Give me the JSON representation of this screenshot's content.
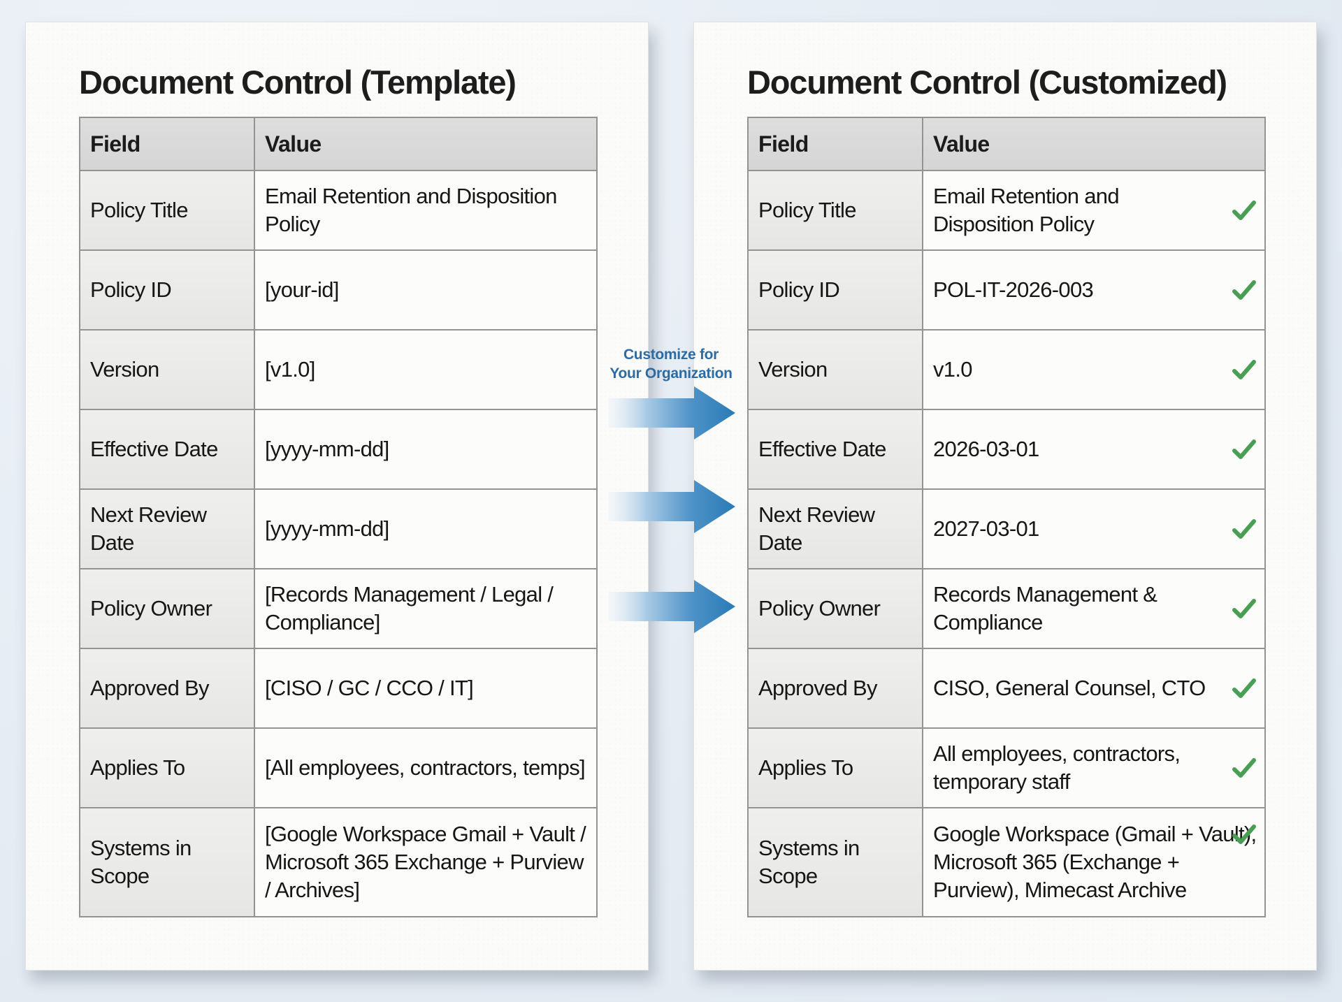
{
  "colors": {
    "accent_blue": "#2d6ca2",
    "placeholder_orange": "#b0711f",
    "check_green": "#4a9e54",
    "page_background": "#e6edf4",
    "card_background": "#fbfbfa",
    "header_row": "#dcdcdc"
  },
  "left_panel": {
    "title": "Document Control (Template)",
    "columns": [
      "Field",
      "Value"
    ],
    "rows": [
      {
        "field": "Policy Title",
        "value": "Email Retention and Disposition Policy",
        "is_placeholder": false
      },
      {
        "field": "Policy ID",
        "value": "[your-id]",
        "is_placeholder": true
      },
      {
        "field": "Version",
        "value": "[v1.0]",
        "is_placeholder": true
      },
      {
        "field": "Effective Date",
        "value": "[yyyy-mm-dd]",
        "is_placeholder": true
      },
      {
        "field": "Next Review Date",
        "value": "[yyyy-mm-dd]",
        "is_placeholder": true
      },
      {
        "field": "Policy Owner",
        "value": "[Records Management / Legal / Compliance]",
        "is_placeholder": true
      },
      {
        "field": "Approved By",
        "value": "[CISO / GC / CCO / IT]",
        "is_placeholder": true
      },
      {
        "field": "Applies To",
        "value": "[All employees, contractors, temps]",
        "is_placeholder": true
      },
      {
        "field": "Systems in Scope",
        "value": "[Google Workspace Gmail + Vault / Microsoft 365 Exchange + Purview / Archives]",
        "is_placeholder": true
      }
    ]
  },
  "right_panel": {
    "title": "Document Control (Customized)",
    "columns": [
      "Field",
      "Value"
    ],
    "rows": [
      {
        "field": "Policy Title",
        "value": "Email Retention and Disposition Policy",
        "checked": true
      },
      {
        "field": "Policy ID",
        "value": "POL-IT-2026-003",
        "checked": true
      },
      {
        "field": "Version",
        "value": "v1.0",
        "checked": true
      },
      {
        "field": "Effective Date",
        "value": "2026-03-01",
        "checked": true
      },
      {
        "field": "Next Review Date",
        "value": "2027-03-01",
        "checked": true
      },
      {
        "field": "Policy Owner",
        "value": "Records Management & Compliance",
        "checked": true
      },
      {
        "field": "Approved By",
        "value": "CISO, General Counsel, CTO",
        "checked": true
      },
      {
        "field": "Applies To",
        "value": "All employees, contractors, temporary staff",
        "checked": true
      },
      {
        "field": "Systems in Scope",
        "value": "Google Workspace (Gmail + Vault), Microsoft 365 (Exchange + Purview), Mimecast Archive",
        "checked": true
      }
    ]
  },
  "connector": {
    "label_line_1": "Customize for",
    "label_line_2": "Your Organization",
    "arrow_count": 3
  }
}
